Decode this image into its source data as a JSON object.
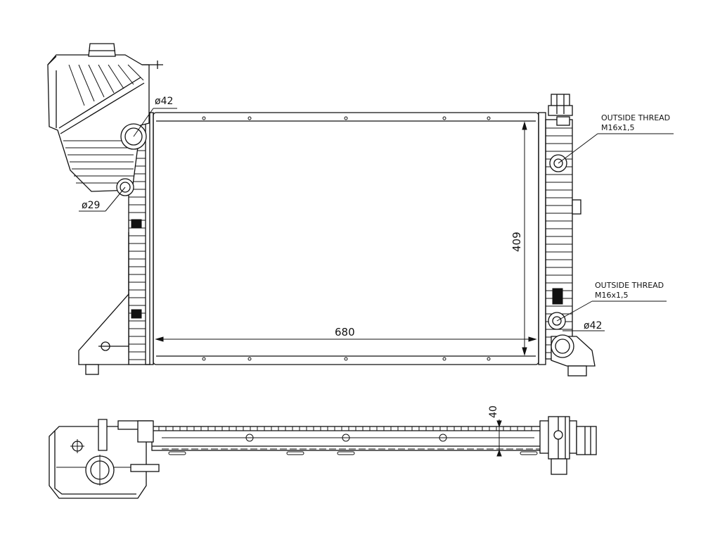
{
  "labels": {
    "dia_inlet_top": "ø42",
    "dia_outlet_small": "ø29",
    "dia_outlet_bottom": "ø42",
    "thread_top_line1": "OUTSIDE THREAD",
    "thread_top_line2": "M16x1,5",
    "thread_bottom_line1": "OUTSIDE THREAD",
    "thread_bottom_line2": "M16x1,5",
    "width_dim": "680",
    "height_dim": "409",
    "depth_dim": "40"
  },
  "colors": {
    "line": "#111111",
    "background": "#ffffff"
  }
}
